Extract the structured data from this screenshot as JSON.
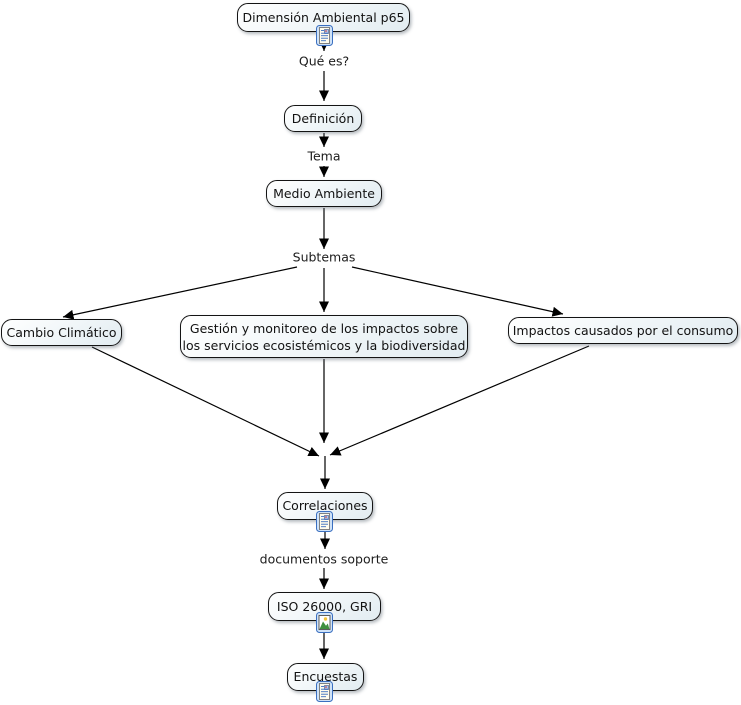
{
  "nodes": {
    "dimension": {
      "label": "Dimensión Ambiental p65",
      "icon": "document-icon"
    },
    "definicion": {
      "label": "Definición"
    },
    "medio_ambiente": {
      "label": "Medio Ambiente"
    },
    "cambio_climatico": {
      "label": "Cambio Climático"
    },
    "gestion": {
      "lines": [
        "Gestión y monitoreo de los impactos sobre",
        "los servicios ecosistémicos y la biodiversidad"
      ]
    },
    "impactos": {
      "label": "Impactos causados por el consumo"
    },
    "correlaciones": {
      "label": "Correlaciones",
      "icon": "document-icon"
    },
    "iso": {
      "label": "ISO 26000, GRI",
      "icon": "image-icon"
    },
    "encuestas": {
      "label": "Encuestas",
      "icon": "document-icon"
    }
  },
  "linking_phrases": {
    "que_es": "Qué es?",
    "tema": "Tema",
    "subtemas": "Subtemas",
    "documentos_soporte": "documentos soporte"
  },
  "colors": {
    "node_fill_top": "#ffffff",
    "node_fill_bottom": "#e2ecf1",
    "node_border": "#141414",
    "arrow": "#000000",
    "icon_frame_border": "#3a6fc0",
    "icon_frame_fill": "#cfe2f7"
  }
}
